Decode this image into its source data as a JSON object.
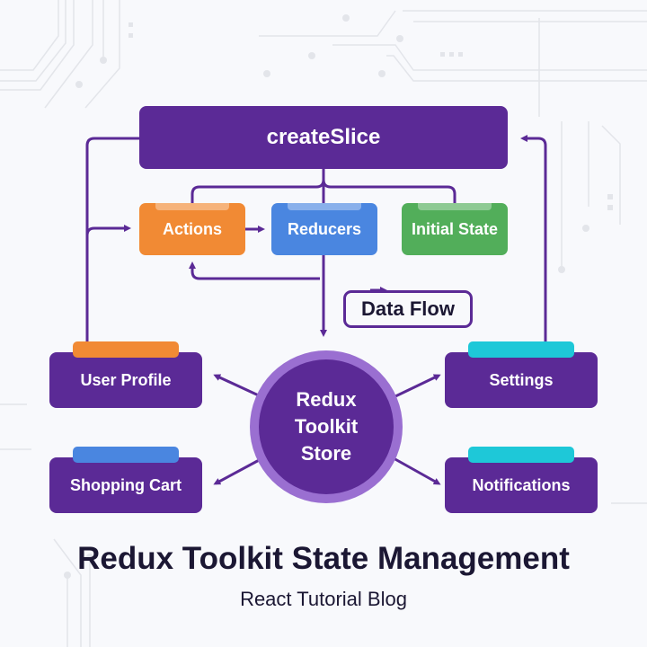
{
  "diagram": {
    "root": {
      "label": "createSlice"
    },
    "slice_parts": [
      {
        "label": "Actions",
        "color": "#f18a34"
      },
      {
        "label": "Reducers",
        "color": "#4a86e0"
      },
      {
        "label": "Initial State",
        "color": "#52ae5a"
      }
    ],
    "store": {
      "lines": [
        "Redux",
        "Toolkit",
        "Store"
      ]
    },
    "data_flow_label": "Data Flow",
    "modules": [
      {
        "label": "User Profile",
        "accent": "#f18a34"
      },
      {
        "label": "Settings",
        "accent": "#1ec8d8"
      },
      {
        "label": "Shopping Cart",
        "accent": "#4a86e0"
      },
      {
        "label": "Notifications",
        "accent": "#1ec8d8"
      }
    ],
    "primary_color": "#5b2a96"
  },
  "footer": {
    "title": "Redux Toolkit State Management",
    "subtitle": "React Tutorial Blog"
  }
}
